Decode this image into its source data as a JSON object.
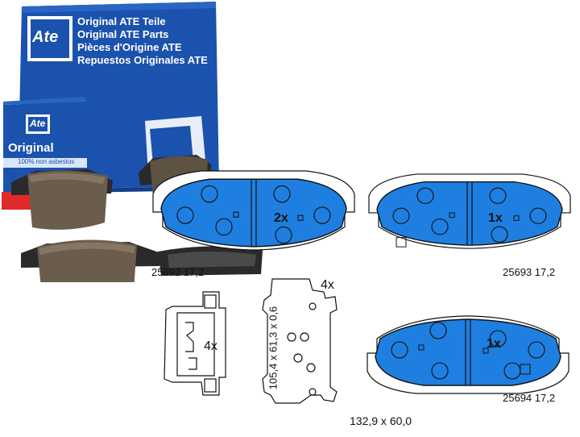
{
  "box_large": {
    "brand": "Ate",
    "lines": [
      "Original ATE Teile",
      "Original ATE Parts",
      "Pièces d'Origine ATE",
      "Repuestos Originales ATE"
    ]
  },
  "box_small": {
    "brand": "Ate",
    "title": "Original",
    "subtitle": "100% non asbestos"
  },
  "pads": [
    {
      "part_number": "25692",
      "thickness": "17,2",
      "quantity": "2x"
    },
    {
      "part_number": "25693",
      "thickness": "17,2",
      "quantity": "1x"
    },
    {
      "part_number": "25694",
      "thickness": "17,2",
      "quantity": "1x"
    }
  ],
  "clip_quantity": "4x",
  "spring_quantity": "4x",
  "spring_dimensions": "105,4 x 61,3 x 0,6",
  "pad_dimensions": "132,9 x 60,0",
  "colors": {
    "ate_blue": "#1a4fa8",
    "pad_blue": "#1e7fe0",
    "pad_material": "#6b5d4d"
  }
}
